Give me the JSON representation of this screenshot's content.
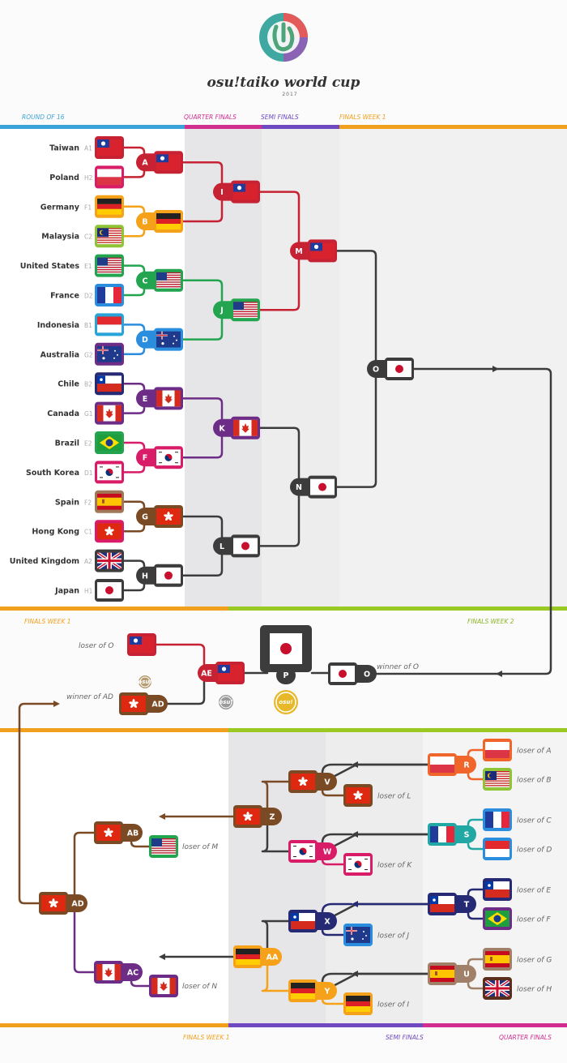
{
  "header": {
    "title": "osu!taiko world cup",
    "year": "2017",
    "logo_icon": "taiko-drum-logo-icon"
  },
  "colors": {
    "red": "#c62233",
    "pink": "#d81c67",
    "orange": "#f5a21a",
    "green": "#23a550",
    "blue": "#2a8ddd",
    "purple": "#6d2c86",
    "brown": "#7a4a25",
    "dark": "#3c3c3c",
    "navy": "#262a74",
    "teal": "#22a8a4",
    "coral": "#f0652a",
    "gold": "#e6b82a",
    "yellowgreen": "#8fc437",
    "stage_blue": "#3aa3d9",
    "stage_pink": "#d12e8f",
    "stage_purple": "#6f49c0",
    "stage_orange": "#f0a01c",
    "stage_green": "#9bc924"
  },
  "stages_top": [
    "ROUND OF 16",
    "QUARTER FINALS",
    "SEMI FINALS",
    "FINALS WEEK 1"
  ],
  "stages_middle": [
    "FINALS WEEK 1",
    "FINALS WEEK 2"
  ],
  "stages_bottom": [
    "FINALS WEEK 1",
    "SEMI FINALS",
    "QUARTER FINALS"
  ],
  "seeds": [
    {
      "country": "Taiwan",
      "seed": "A1",
      "flag": "taiwan"
    },
    {
      "country": "Poland",
      "seed": "H2",
      "flag": "poland"
    },
    {
      "country": "Germany",
      "seed": "F1",
      "flag": "germany"
    },
    {
      "country": "Malaysia",
      "seed": "C2",
      "flag": "malaysia"
    },
    {
      "country": "United States",
      "seed": "E1",
      "flag": "usa"
    },
    {
      "country": "France",
      "seed": "D2",
      "flag": "france"
    },
    {
      "country": "Indonesia",
      "seed": "B1",
      "flag": "indonesia"
    },
    {
      "country": "Australia",
      "seed": "G2",
      "flag": "australia"
    },
    {
      "country": "Chile",
      "seed": "B2",
      "flag": "chile"
    },
    {
      "country": "Canada",
      "seed": "G1",
      "flag": "canada"
    },
    {
      "country": "Brazil",
      "seed": "E2",
      "flag": "brazil"
    },
    {
      "country": "South Korea",
      "seed": "D1",
      "flag": "korea"
    },
    {
      "country": "Spain",
      "seed": "F2",
      "flag": "spain"
    },
    {
      "country": "Hong Kong",
      "seed": "C1",
      "flag": "hongkong"
    },
    {
      "country": "United Kingdom",
      "seed": "A2",
      "flag": "uk"
    },
    {
      "country": "Japan",
      "seed": "H1",
      "flag": "japan"
    }
  ],
  "winner_matches": [
    {
      "id": "A",
      "winner": "taiwan"
    },
    {
      "id": "B",
      "winner": "germany"
    },
    {
      "id": "C",
      "winner": "usa"
    },
    {
      "id": "D",
      "winner": "australia"
    },
    {
      "id": "E",
      "winner": "canada"
    },
    {
      "id": "F",
      "winner": "korea"
    },
    {
      "id": "G",
      "winner": "hongkong"
    },
    {
      "id": "H",
      "winner": "japan"
    },
    {
      "id": "I",
      "winner": "taiwan"
    },
    {
      "id": "J",
      "winner": "usa"
    },
    {
      "id": "K",
      "winner": "canada"
    },
    {
      "id": "L",
      "winner": "japan"
    },
    {
      "id": "M",
      "winner": "taiwan"
    },
    {
      "id": "N",
      "winner": "japan"
    },
    {
      "id": "O",
      "winner": "japan"
    }
  ],
  "finals": {
    "loser_of_o_label": "loser of O",
    "winner_of_ad_label": "winner of AD",
    "winner_of_o_label": "winner of O",
    "ae_id": "AE",
    "ae_flag": "taiwan",
    "p_id": "P",
    "champion_flag": "japan",
    "o_id": "O",
    "ad_id": "AD",
    "coin_text": "osu!"
  },
  "loser_matches": [
    {
      "id": "R",
      "winner": "poland",
      "in1": "loser of A",
      "in2": "loser of B"
    },
    {
      "id": "S",
      "winner": "france",
      "in1": "loser of C",
      "in2": "loser of D"
    },
    {
      "id": "T",
      "winner": "chile",
      "in1": "loser of E",
      "in2": "loser of F"
    },
    {
      "id": "U",
      "winner": "spain",
      "in1": "loser of G",
      "in2": "loser of H"
    },
    {
      "id": "V",
      "winner": "hongkong",
      "in": "loser of L"
    },
    {
      "id": "W",
      "winner": "korea",
      "in": "loser of K"
    },
    {
      "id": "X",
      "winner": "chile",
      "in": "loser of J"
    },
    {
      "id": "Y",
      "winner": "germany",
      "in": "loser of I"
    },
    {
      "id": "Z",
      "winner": "hongkong"
    },
    {
      "id": "AA",
      "winner": "germany"
    },
    {
      "id": "AB",
      "winner": "hongkong",
      "in": "loser of M"
    },
    {
      "id": "AC",
      "winner": "canada",
      "in": "loser of N"
    },
    {
      "id": "AD",
      "winner": "hongkong"
    }
  ]
}
